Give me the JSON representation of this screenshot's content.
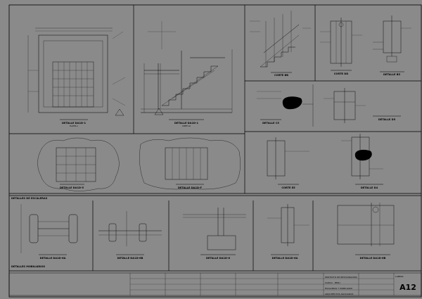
{
  "sheet": {
    "number": "A12",
    "background": "#8a8a8a",
    "line_color": "#000000"
  },
  "details": {
    "d1": {
      "title": "DETALLE DA1D-1",
      "subtitle": "PLANTA A"
    },
    "d2": {
      "title": "DETALLE DA1D-1",
      "subtitle": "CORTE AA"
    },
    "d3": {
      "title": "CORTE BB"
    },
    "d4": {
      "title": "CORTE DD"
    },
    "d5": {
      "title": "DETALLE B5"
    },
    "d6": {
      "title": "DETALLE C5"
    },
    "d7": {
      "title": "DETALLE D5"
    },
    "d8": {
      "title": "DETALLE DA1D-5"
    },
    "d9": {
      "title": "DETALLE DA1D-F"
    },
    "d10": {
      "title": "CORTE EE"
    },
    "d11": {
      "title": "DETALLE D4"
    },
    "d12": {
      "title": "DETALLE DA1D-6A"
    },
    "d13": {
      "title": "DETALLE DA1D-6B"
    },
    "d14": {
      "title": "DETALLE DA1D-6"
    },
    "d15": {
      "title": "DETALLE DA1D-6A"
    },
    "d16": {
      "title": "DETALLE DA1D-6B"
    }
  },
  "bands": {
    "stairs": "DETALLES DE ESCALERAS",
    "furniture": "DETALLES MOBILIARIOS"
  },
  "title_block": {
    "project": "PROYECTO DE RESTAURACION",
    "location": "CUZCO - PERU",
    "sheet_title": "ESCALERAS Y MOBILIARIO",
    "firm": "ARQUITECTOS ASOCIADOS",
    "label": "LAMINA"
  }
}
